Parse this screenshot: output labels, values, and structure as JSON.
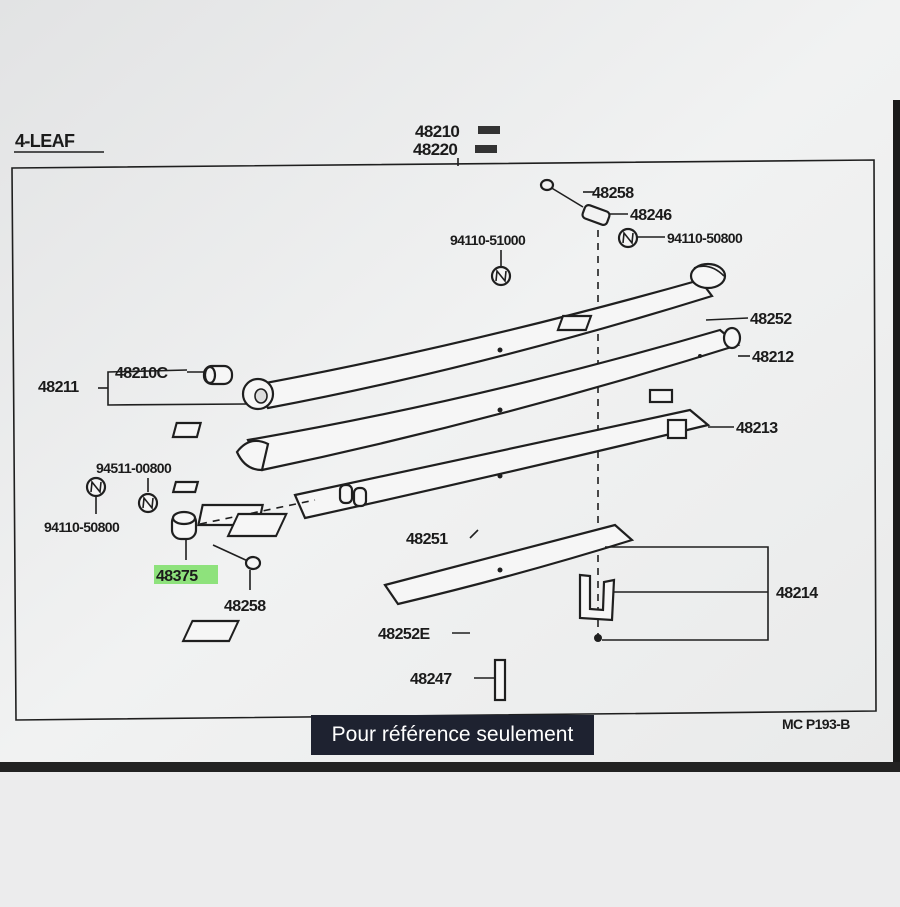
{
  "diagram": {
    "heading": "4-LEAF",
    "caption": "Pour référence seulement",
    "page_code": "MC P193-B",
    "header_codes": [
      "48210",
      "48220"
    ],
    "labels": {
      "p48258_top": "48258",
      "p48246": "48246",
      "p94110_51000": "94110-51000",
      "p94110_50800_top": "94110-50800",
      "p48252": "48252",
      "p48212": "48212",
      "p48210C": "48210C",
      "p48211": "48211",
      "p48213": "48213",
      "p94511_00800": "94511-00800",
      "p94110_50800_left": "94110-50800",
      "p48375": "48375",
      "p48258_bottom": "48258",
      "p48251": "48251",
      "p48214": "48214",
      "p48252E": "48252E",
      "p48247": "48247"
    }
  }
}
